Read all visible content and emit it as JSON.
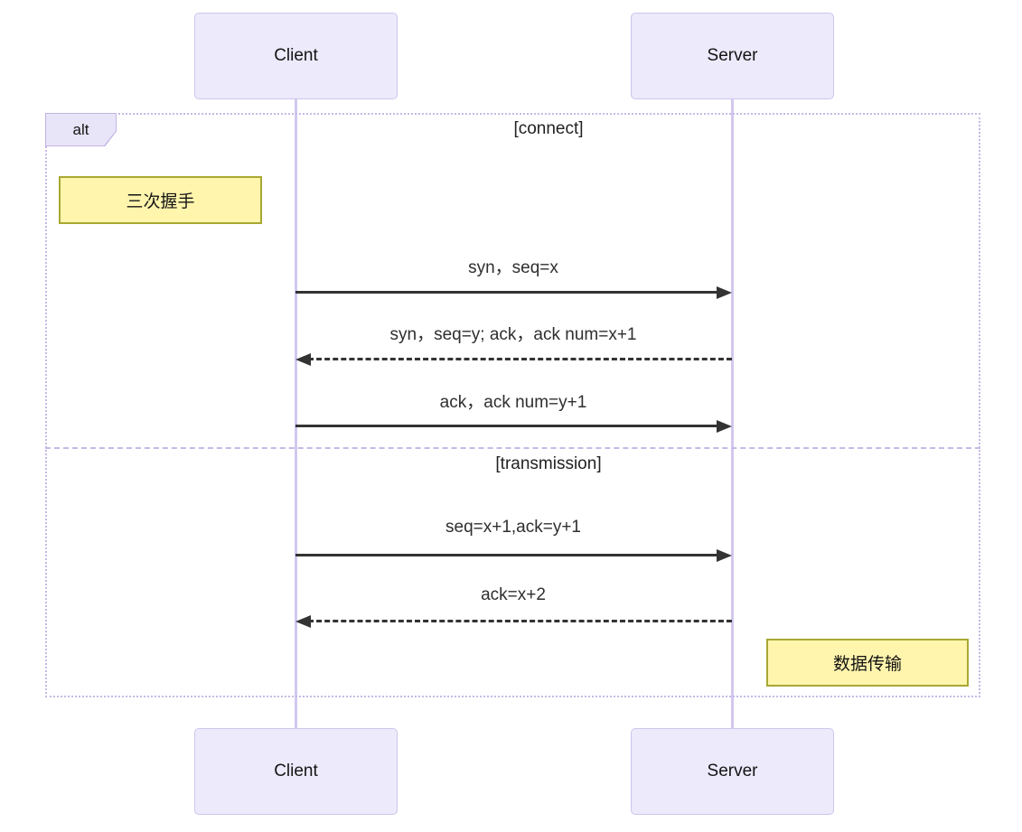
{
  "actors": {
    "client": "Client",
    "server": "Server"
  },
  "frame": {
    "label": "alt",
    "sections": [
      {
        "label": "[connect]"
      },
      {
        "label": "[transmission]"
      }
    ]
  },
  "notes": [
    {
      "text": "三次握手",
      "position": "left-of-client"
    },
    {
      "text": "数据传输",
      "position": "right-of-server"
    }
  ],
  "messages": [
    {
      "text": "syn，seq=x",
      "from": "Client",
      "to": "Server",
      "line": "solid"
    },
    {
      "text": "syn，seq=y; ack，ack num=x+1",
      "from": "Server",
      "to": "Client",
      "line": "dashed"
    },
    {
      "text": "ack，ack num=y+1",
      "from": "Client",
      "to": "Server",
      "line": "solid"
    },
    {
      "text": "seq=x+1,ack=y+1",
      "from": "Client",
      "to": "Server",
      "line": "solid"
    },
    {
      "text": "ack=x+2",
      "from": "Server",
      "to": "Client",
      "line": "dashed"
    }
  ],
  "colors": {
    "actor_fill": "#ECEAFB",
    "actor_border": "#CFC5EC",
    "lifeline": "#D2C8EF",
    "frame_border": "#C6B9E7",
    "note_fill": "#FFF5AD",
    "note_border": "#A8A832",
    "arrow": "#333333"
  }
}
